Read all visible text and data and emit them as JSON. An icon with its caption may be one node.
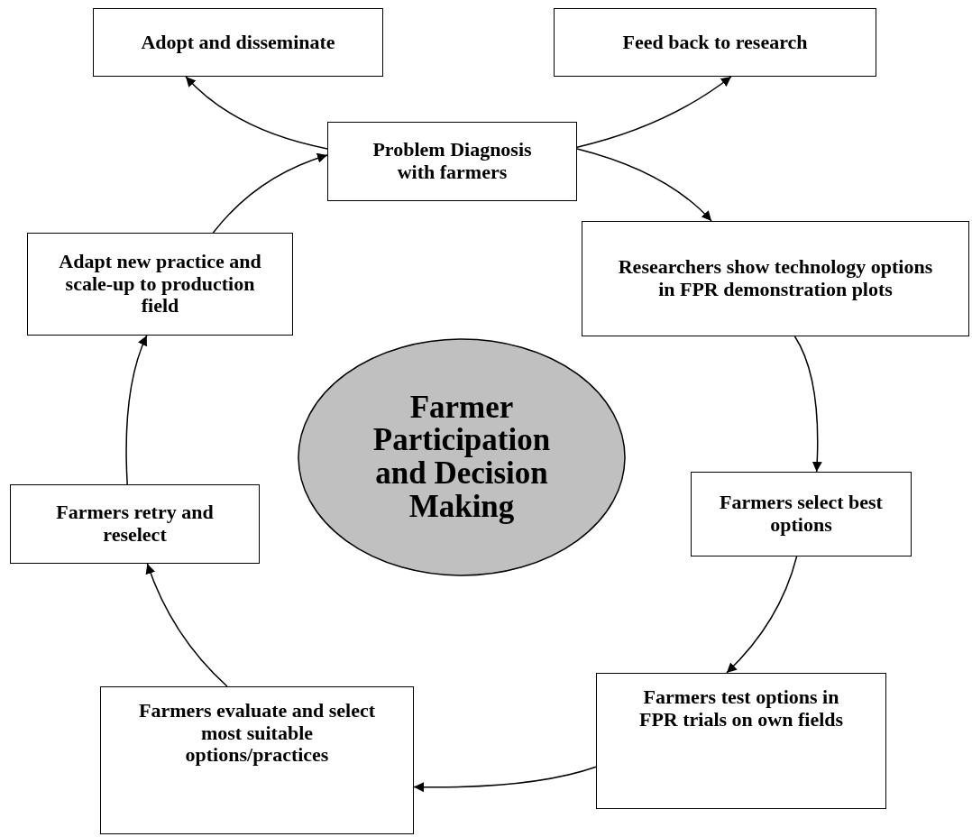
{
  "diagram": {
    "nodes": [
      {
        "text": [
          "Adopt and disseminate"
        ]
      },
      {
        "text": [
          "Feed back to research"
        ]
      },
      {
        "text": [
          "Problem Diagnosis with farmers"
        ]
      },
      {
        "text": [
          "Adapt new practice and scale-up to production field"
        ]
      },
      {
        "text": [
          "Researchers show technology options in FPR demonstration plots"
        ]
      },
      {
        "text": [
          "Farmer Participation and Decision Making"
        ]
      },
      {
        "text": [
          "Farmers select best options"
        ]
      },
      {
        "text": [
          "Farmers retry and reselect"
        ]
      },
      {
        "text": [
          "Farmers test options in FPR trials on own fields"
        ]
      },
      {
        "text": [
          "Farmers evaluate and select most suitable options/practices"
        ]
      }
    ],
    "edges": [
      {
        "from": 2,
        "to": 0,
        "arrow": "to"
      },
      {
        "from": 2,
        "to": 1,
        "arrow": "to"
      },
      {
        "from": 2,
        "to": 4,
        "arrow": "to"
      },
      {
        "from": 3,
        "to": 2,
        "arrow": "to"
      },
      {
        "from": 4,
        "to": 6,
        "arrow": "to"
      },
      {
        "from": 6,
        "to": 8,
        "arrow": "to"
      },
      {
        "from": 8,
        "to": 9,
        "arrow": "to"
      },
      {
        "from": 9,
        "to": 7,
        "arrow": "to"
      },
      {
        "from": 7,
        "to": 3,
        "arrow": "to"
      }
    ]
  }
}
